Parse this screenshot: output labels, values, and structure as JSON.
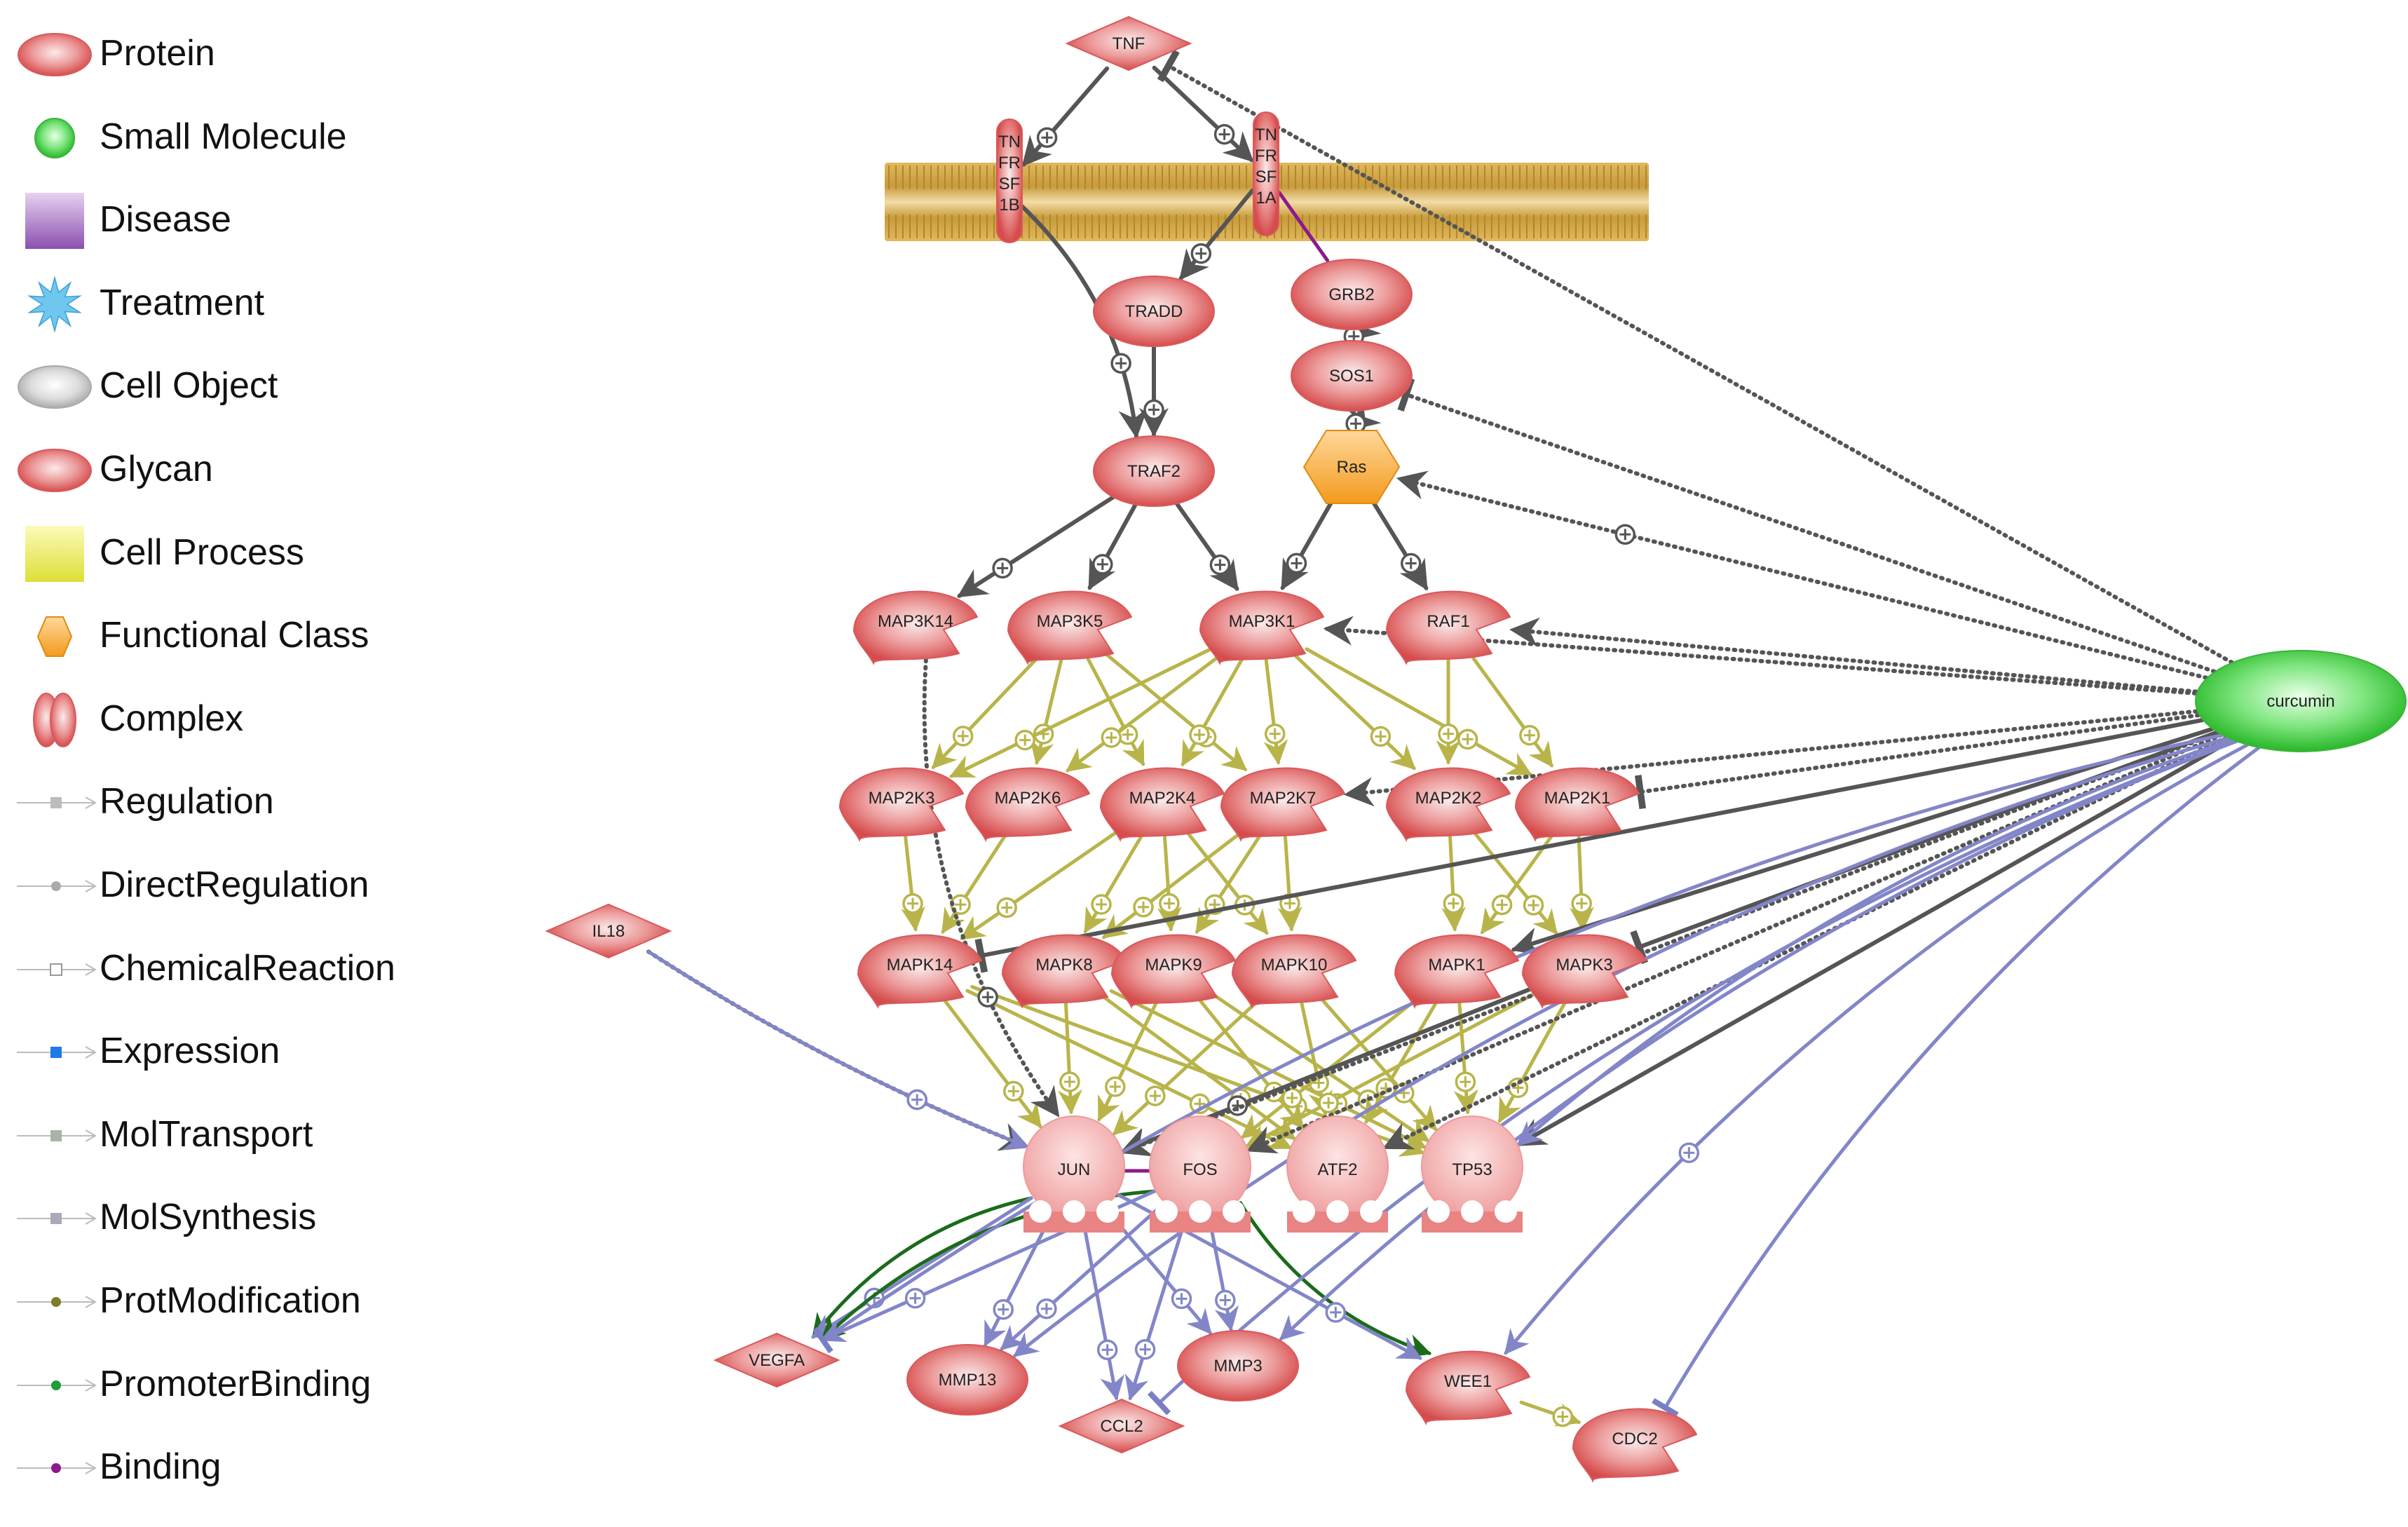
{
  "legend": {
    "node_types": [
      {
        "label": "Protein",
        "icon": "protein-ellipse-icon"
      },
      {
        "label": "Small Molecule",
        "icon": "small-molecule-circle-icon"
      },
      {
        "label": "Disease",
        "icon": "disease-square-icon"
      },
      {
        "label": "Treatment",
        "icon": "treatment-star-icon"
      },
      {
        "label": "Cell Object",
        "icon": "cell-object-ellipse-icon"
      },
      {
        "label": "Glycan",
        "icon": "glycan-ellipse-icon"
      },
      {
        "label": "Cell Process",
        "icon": "cell-process-square-icon"
      },
      {
        "label": "Functional Class",
        "icon": "functional-class-hexagon-icon"
      },
      {
        "label": "Complex",
        "icon": "complex-double-ellipse-icon"
      }
    ],
    "edge_types": [
      {
        "label": "Regulation",
        "color": "#bbbbbb"
      },
      {
        "label": "DirectRegulation",
        "color": "#aaaaaa"
      },
      {
        "label": "ChemicalReaction",
        "color": "#999999"
      },
      {
        "label": "Expression",
        "color": "#1e78e8"
      },
      {
        "label": "MolTransport",
        "color": "#a9b3a9"
      },
      {
        "label": "MolSynthesis",
        "color": "#a9a9b8"
      },
      {
        "label": "ProtModification",
        "color": "#7d7d2a"
      },
      {
        "label": "PromoterBinding",
        "color": "#1f9d3a"
      },
      {
        "label": "Binding",
        "color": "#8b1a8b"
      }
    ]
  },
  "network": {
    "nodes": [
      {
        "id": "TNF",
        "label": "TNF",
        "shape": "diamond"
      },
      {
        "id": "TNFRSF1B",
        "label_lines": [
          "TN",
          "FR",
          "SF",
          "1B"
        ],
        "shape": "receptor"
      },
      {
        "id": "TNFRSF1A",
        "label_lines": [
          "TN",
          "FR",
          "SF",
          "1A"
        ],
        "shape": "receptor"
      },
      {
        "id": "TRADD",
        "label": "TRADD",
        "shape": "ellipse"
      },
      {
        "id": "GRB2",
        "label": "GRB2",
        "shape": "ellipse"
      },
      {
        "id": "SOS1",
        "label": "SOS1",
        "shape": "ellipse"
      },
      {
        "id": "TRAF2",
        "label": "TRAF2",
        "shape": "ellipse"
      },
      {
        "id": "Ras",
        "label": "Ras",
        "shape": "hexagon"
      },
      {
        "id": "MAP3K14",
        "label": "MAP3K14",
        "shape": "kinase"
      },
      {
        "id": "MAP3K5",
        "label": "MAP3K5",
        "shape": "kinase"
      },
      {
        "id": "MAP3K1",
        "label": "MAP3K1",
        "shape": "kinase"
      },
      {
        "id": "RAF1",
        "label": "RAF1",
        "shape": "kinase"
      },
      {
        "id": "MAP2K3",
        "label": "MAP2K3",
        "shape": "kinase"
      },
      {
        "id": "MAP2K6",
        "label": "MAP2K6",
        "shape": "kinase"
      },
      {
        "id": "MAP2K4",
        "label": "MAP2K4",
        "shape": "kinase"
      },
      {
        "id": "MAP2K7",
        "label": "MAP2K7",
        "shape": "kinase"
      },
      {
        "id": "MAP2K2",
        "label": "MAP2K2",
        "shape": "kinase"
      },
      {
        "id": "MAP2K1",
        "label": "MAP2K1",
        "shape": "kinase"
      },
      {
        "id": "IL18",
        "label": "IL18",
        "shape": "diamond"
      },
      {
        "id": "MAPK14",
        "label": "MAPK14",
        "shape": "kinase"
      },
      {
        "id": "MAPK8",
        "label": "MAPK8",
        "shape": "kinase"
      },
      {
        "id": "MAPK9",
        "label": "MAPK9",
        "shape": "kinase"
      },
      {
        "id": "MAPK10",
        "label": "MAPK10",
        "shape": "kinase"
      },
      {
        "id": "MAPK1",
        "label": "MAPK1",
        "shape": "kinase"
      },
      {
        "id": "MAPK3",
        "label": "MAPK3",
        "shape": "kinase"
      },
      {
        "id": "JUN",
        "label": "JUN",
        "shape": "tf"
      },
      {
        "id": "FOS",
        "label": "FOS",
        "shape": "tf"
      },
      {
        "id": "ATF2",
        "label": "ATF2",
        "shape": "tf"
      },
      {
        "id": "TP53",
        "label": "TP53",
        "shape": "tf"
      },
      {
        "id": "VEGFA",
        "label": "VEGFA",
        "shape": "diamond"
      },
      {
        "id": "MMP13",
        "label": "MMP13",
        "shape": "ellipse"
      },
      {
        "id": "CCL2",
        "label": "CCL2",
        "shape": "diamond"
      },
      {
        "id": "MMP3",
        "label": "MMP3",
        "shape": "ellipse"
      },
      {
        "id": "WEE1",
        "label": "WEE1",
        "shape": "kinase"
      },
      {
        "id": "CDC2",
        "label": "CDC2",
        "shape": "kinase"
      },
      {
        "id": "curcumin",
        "label": "curcumin",
        "shape": "small-molecule"
      }
    ],
    "edges": [
      {
        "from": "TNF",
        "to": "TNFRSF1B",
        "style": "regulation",
        "sign": "positive"
      },
      {
        "from": "TNF",
        "to": "TNFRSF1A",
        "style": "regulation",
        "sign": "positive"
      },
      {
        "from": "TNFRSF1A",
        "to": "TRADD",
        "style": "regulation",
        "sign": "positive"
      },
      {
        "from": "TNFRSF1A",
        "to": "GRB2",
        "style": "binding"
      },
      {
        "from": "TNFRSF1B",
        "to": "TRAF2",
        "style": "regulation",
        "sign": "positive"
      },
      {
        "from": "TRADD",
        "to": "TRAF2",
        "style": "regulation",
        "sign": "positive"
      },
      {
        "from": "GRB2",
        "to": "SOS1",
        "style": "regulation",
        "sign": "positive"
      },
      {
        "from": "SOS1",
        "to": "Ras",
        "style": "regulation",
        "sign": "positive"
      },
      {
        "from": "TRAF2",
        "to": "MAP3K14",
        "style": "regulation",
        "sign": "positive"
      },
      {
        "from": "TRAF2",
        "to": "MAP3K5",
        "style": "regulation",
        "sign": "positive"
      },
      {
        "from": "TRAF2",
        "to": "MAP3K1",
        "style": "regulation",
        "sign": "positive"
      },
      {
        "from": "Ras",
        "to": "MAP3K1",
        "style": "regulation",
        "sign": "positive"
      },
      {
        "from": "Ras",
        "to": "RAF1",
        "style": "regulation",
        "sign": "positive"
      },
      {
        "from": "MAP3K5",
        "to": "MAP2K3",
        "style": "protmod"
      },
      {
        "from": "MAP3K5",
        "to": "MAP2K6",
        "style": "protmod"
      },
      {
        "from": "MAP3K5",
        "to": "MAP2K4",
        "style": "protmod"
      },
      {
        "from": "MAP3K5",
        "to": "MAP2K7",
        "style": "protmod"
      },
      {
        "from": "MAP3K1",
        "to": "MAP2K3",
        "style": "protmod"
      },
      {
        "from": "MAP3K1",
        "to": "MAP2K6",
        "style": "protmod"
      },
      {
        "from": "MAP3K1",
        "to": "MAP2K4",
        "style": "protmod"
      },
      {
        "from": "MAP3K1",
        "to": "MAP2K7",
        "style": "protmod"
      },
      {
        "from": "MAP3K1",
        "to": "MAP2K2",
        "style": "protmod"
      },
      {
        "from": "MAP3K1",
        "to": "MAP2K1",
        "style": "protmod"
      },
      {
        "from": "RAF1",
        "to": "MAP2K2",
        "style": "protmod"
      },
      {
        "from": "RAF1",
        "to": "MAP2K1",
        "style": "protmod"
      },
      {
        "from": "MAP2K3",
        "to": "MAPK14",
        "style": "protmod"
      },
      {
        "from": "MAP2K6",
        "to": "MAPK14",
        "style": "protmod"
      },
      {
        "from": "MAP2K4",
        "to": "MAPK14",
        "style": "protmod"
      },
      {
        "from": "MAP2K4",
        "to": "MAPK8",
        "style": "protmod"
      },
      {
        "from": "MAP2K4",
        "to": "MAPK9",
        "style": "protmod"
      },
      {
        "from": "MAP2K4",
        "to": "MAPK10",
        "style": "protmod"
      },
      {
        "from": "MAP2K7",
        "to": "MAPK8",
        "style": "protmod"
      },
      {
        "from": "MAP2K7",
        "to": "MAPK9",
        "style": "protmod"
      },
      {
        "from": "MAP2K7",
        "to": "MAPK10",
        "style": "protmod"
      },
      {
        "from": "MAP2K2",
        "to": "MAPK1",
        "style": "protmod"
      },
      {
        "from": "MAP2K2",
        "to": "MAPK3",
        "style": "protmod"
      },
      {
        "from": "MAP2K1",
        "to": "MAPK1",
        "style": "protmod"
      },
      {
        "from": "MAP2K1",
        "to": "MAPK3",
        "style": "protmod"
      },
      {
        "from": "MAPK14",
        "to": "JUN",
        "style": "protmod"
      },
      {
        "from": "MAPK14",
        "to": "ATF2",
        "style": "protmod"
      },
      {
        "from": "MAPK14",
        "to": "TP53",
        "style": "protmod"
      },
      {
        "from": "MAPK8",
        "to": "JUN",
        "style": "protmod"
      },
      {
        "from": "MAPK8",
        "to": "ATF2",
        "style": "protmod"
      },
      {
        "from": "MAPK8",
        "to": "TP53",
        "style": "protmod"
      },
      {
        "from": "MAPK9",
        "to": "JUN",
        "style": "protmod"
      },
      {
        "from": "MAPK9",
        "to": "ATF2",
        "style": "protmod"
      },
      {
        "from": "MAPK9",
        "to": "TP53",
        "style": "protmod"
      },
      {
        "from": "MAPK10",
        "to": "JUN",
        "style": "protmod"
      },
      {
        "from": "MAPK10",
        "to": "ATF2",
        "style": "protmod"
      },
      {
        "from": "MAPK10",
        "to": "TP53",
        "style": "protmod"
      },
      {
        "from": "MAPK1",
        "to": "FOS",
        "style": "protmod"
      },
      {
        "from": "MAPK1",
        "to": "TP53",
        "style": "protmod"
      },
      {
        "from": "MAPK1",
        "to": "ATF2",
        "style": "protmod"
      },
      {
        "from": "MAPK3",
        "to": "FOS",
        "style": "protmod"
      },
      {
        "from": "MAPK3",
        "to": "TP53",
        "style": "protmod"
      },
      {
        "from": "MAPK3",
        "to": "JUN",
        "style": "regulation",
        "sign": "positive"
      },
      {
        "from": "JUN",
        "to": "FOS",
        "style": "binding"
      },
      {
        "from": "MAP3K14",
        "to": "JUN",
        "style": "regulation-dotted",
        "sign": "positive"
      },
      {
        "from": "IL18",
        "to": "JUN",
        "style": "regulation-dotted",
        "sign": "positive"
      },
      {
        "from": "IL18",
        "to": "JUN",
        "style": "expression",
        "sign": "positive"
      },
      {
        "from": "JUN",
        "to": "VEGFA",
        "style": "promoter"
      },
      {
        "from": "JUN",
        "to": "VEGFA",
        "style": "expression",
        "sign": "positive"
      },
      {
        "from": "FOS",
        "to": "VEGFA",
        "style": "promoter"
      },
      {
        "from": "FOS",
        "to": "VEGFA",
        "style": "expression",
        "sign": "positive"
      },
      {
        "from": "JUN",
        "to": "MMP13",
        "style": "expression",
        "sign": "positive"
      },
      {
        "from": "JUN",
        "to": "CCL2",
        "style": "expression",
        "sign": "positive"
      },
      {
        "from": "JUN",
        "to": "MMP3",
        "style": "expression",
        "sign": "positive"
      },
      {
        "from": "FOS",
        "to": "MMP13",
        "style": "expression",
        "sign": "positive"
      },
      {
        "from": "FOS",
        "to": "CCL2",
        "style": "expression",
        "sign": "positive"
      },
      {
        "from": "FOS",
        "to": "MMP3",
        "style": "expression",
        "sign": "positive"
      },
      {
        "from": "FOS",
        "to": "WEE1",
        "style": "promoter"
      },
      {
        "from": "JUN",
        "to": "WEE1",
        "style": "expression",
        "sign": "positive"
      },
      {
        "from": "WEE1",
        "to": "CDC2",
        "style": "protmod"
      },
      {
        "from": "curcumin",
        "to": "TNF",
        "style": "regulation-dotted",
        "sign": "negative"
      },
      {
        "from": "curcumin",
        "to": "SOS1",
        "style": "regulation-dotted",
        "sign": "negative"
      },
      {
        "from": "curcumin",
        "to": "Ras",
        "style": "regulation-dotted",
        "sign": "positive"
      },
      {
        "from": "curcumin",
        "to": "MAP3K1",
        "style": "regulation-dotted"
      },
      {
        "from": "curcumin",
        "to": "RAF1",
        "style": "regulation-dotted"
      },
      {
        "from": "curcumin",
        "to": "MAP2K7",
        "style": "regulation-dotted"
      },
      {
        "from": "curcumin",
        "to": "MAP2K1",
        "style": "regulation-dotted",
        "sign": "negative"
      },
      {
        "from": "curcumin",
        "to": "MAPK14",
        "style": "regulation",
        "sign": "negative"
      },
      {
        "from": "curcumin",
        "to": "MAPK3",
        "style": "regulation",
        "sign": "negative"
      },
      {
        "from": "curcumin",
        "to": "MAPK1",
        "style": "regulation"
      },
      {
        "from": "curcumin",
        "to": "JUN",
        "style": "regulation-dotted"
      },
      {
        "from": "curcumin",
        "to": "FOS",
        "style": "regulation-dotted"
      },
      {
        "from": "curcumin",
        "to": "ATF2",
        "style": "regulation-dotted"
      },
      {
        "from": "curcumin",
        "to": "TP53",
        "style": "regulation"
      },
      {
        "from": "curcumin",
        "to": "VEGFA",
        "style": "expression",
        "sign": "negative"
      },
      {
        "from": "curcumin",
        "to": "MMP13",
        "style": "expression"
      },
      {
        "from": "curcumin",
        "to": "CCL2",
        "style": "expression",
        "sign": "negative"
      },
      {
        "from": "curcumin",
        "to": "MMP3",
        "style": "expression"
      },
      {
        "from": "curcumin",
        "to": "WEE1",
        "style": "expression",
        "sign": "positive"
      },
      {
        "from": "curcumin",
        "to": "CDC2",
        "style": "expression",
        "sign": "negative"
      },
      {
        "from": "curcumin",
        "to": "TP53",
        "style": "expression"
      }
    ]
  }
}
